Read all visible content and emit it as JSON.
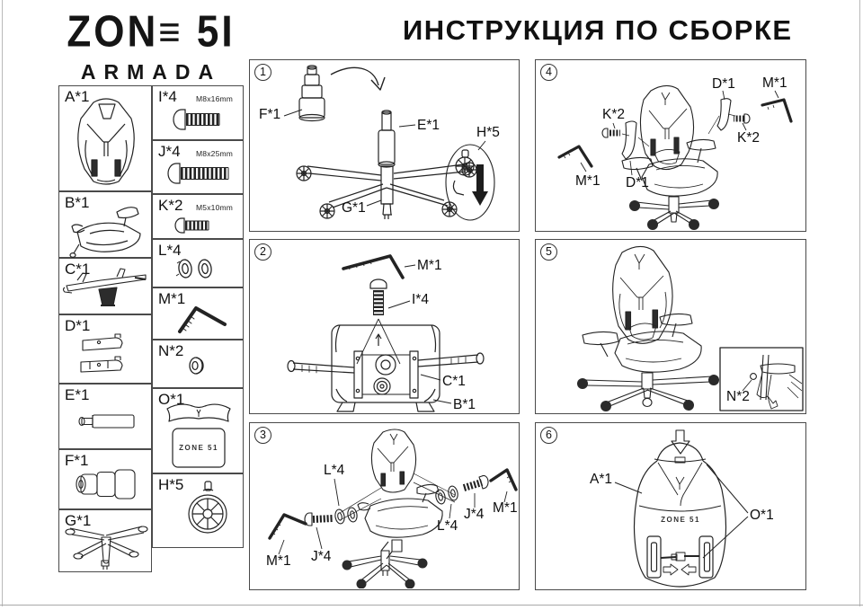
{
  "header": {
    "brand": "ZONE 51",
    "sub_brand": "ARMADA",
    "title": "ИНСТРУКЦИЯ ПО СБОРКЕ"
  },
  "parts_table": {
    "left": [
      {
        "id": "A*1"
      },
      {
        "id": "B*1"
      },
      {
        "id": "C*1"
      },
      {
        "id": "D*1"
      },
      {
        "id": "E*1"
      },
      {
        "id": "F*1"
      },
      {
        "id": "G*1"
      }
    ],
    "right": [
      {
        "id": "I*4",
        "size": "M8x16mm"
      },
      {
        "id": "J*4",
        "size": "M8x25mm"
      },
      {
        "id": "K*2",
        "size": "M5x10mm"
      },
      {
        "id": "L*4"
      },
      {
        "id": "M*1"
      },
      {
        "id": "N*2"
      },
      {
        "id": "O*1",
        "pillow_text": "ZONE 51"
      },
      {
        "id": "H*5"
      }
    ]
  },
  "steps": {
    "s1": {
      "num": "1",
      "f1": "F*1",
      "e1": "E*1",
      "h5": "H*5",
      "g1": "G*1"
    },
    "s2": {
      "num": "2",
      "m1": "M*1",
      "i4": "I*4",
      "c1": "C*1",
      "b1": "B*1"
    },
    "s3": {
      "num": "3",
      "l4_left": "L*4",
      "m1_left": "M*1",
      "j4_left": "J*4",
      "l4_right": "L*4",
      "j4_right": "J*4",
      "m1_right": "M*1"
    },
    "s4": {
      "num": "4",
      "k2_left": "K*2",
      "m1_left": "M*1",
      "d1_left": "D*1",
      "d1_right": "D*1",
      "m1_right": "M*1",
      "k2_right": "K*2"
    },
    "s5": {
      "num": "5",
      "n2": "N*2"
    },
    "s6": {
      "num": "6",
      "a1": "A*1",
      "o1": "O*1",
      "back_text": "ZONE 51"
    }
  }
}
